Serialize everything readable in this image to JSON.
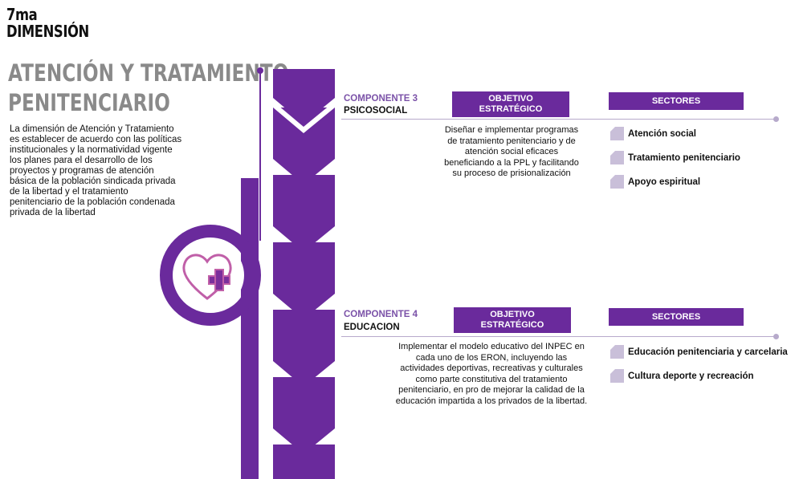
{
  "header": {
    "dimension_number": "7ma",
    "dimension_word": "DIMENSIÓN",
    "title_line1": "ATENCIÓN Y TRATAMIENTO",
    "title_line2": "PENITENCIARIO"
  },
  "intro_text": "La dimensión de Atención y Tratamiento es establecer de acuerdo con las políticas institucionales y la normatividad vigente los planes para el desarrollo de los proyectos y programas de atención básica de la población sindicada privada de la libertad y el tratamiento penitenciario de la población condenada privada de la libertad",
  "components": [
    {
      "label": "COMPONENTE 3",
      "name": "PSICOSOCIAL",
      "objective_header": "OBJETIVO ESTRATÉGICO",
      "objective_text": "Diseñar e implementar programas de tratamiento penitenciario y de atención social eficaces beneficiando a la PPL y facilitando su proceso de prisionalización",
      "sectors_header": "SECTORES",
      "sectors": [
        "Atención social",
        "Tratamiento penitenciario",
        "Apoyo espiritual"
      ]
    },
    {
      "label": "COMPONENTE 4",
      "name": "EDUCACION",
      "objective_header": "OBJETIVO ESTRATÉGICO",
      "objective_text": "Implementar el modelo educativo del INPEC en cada uno de los ERON,  incluyendo  las actividades deportivas, recreativas y culturales como parte constitutiva del tratamiento penitenciario,   en pro de mejorar   la calidad de la educación impartida a los privados de la libertad.",
      "sectors_header": "SECTORES",
      "sectors": [
        "Educación penitenciaria y carcelaria",
        "Cultura deporte y recreación"
      ]
    }
  ],
  "colors": {
    "purple_dark": "#6a2a9c",
    "purple_mid": "#7b3fb0",
    "purple_light": "#c9bfd9",
    "title_gray": "#8a8a8a",
    "line": "#b7aacb"
  },
  "icons": {
    "heart": "heart-with-plus-icon",
    "chevrons": "chevron-down-icon"
  }
}
